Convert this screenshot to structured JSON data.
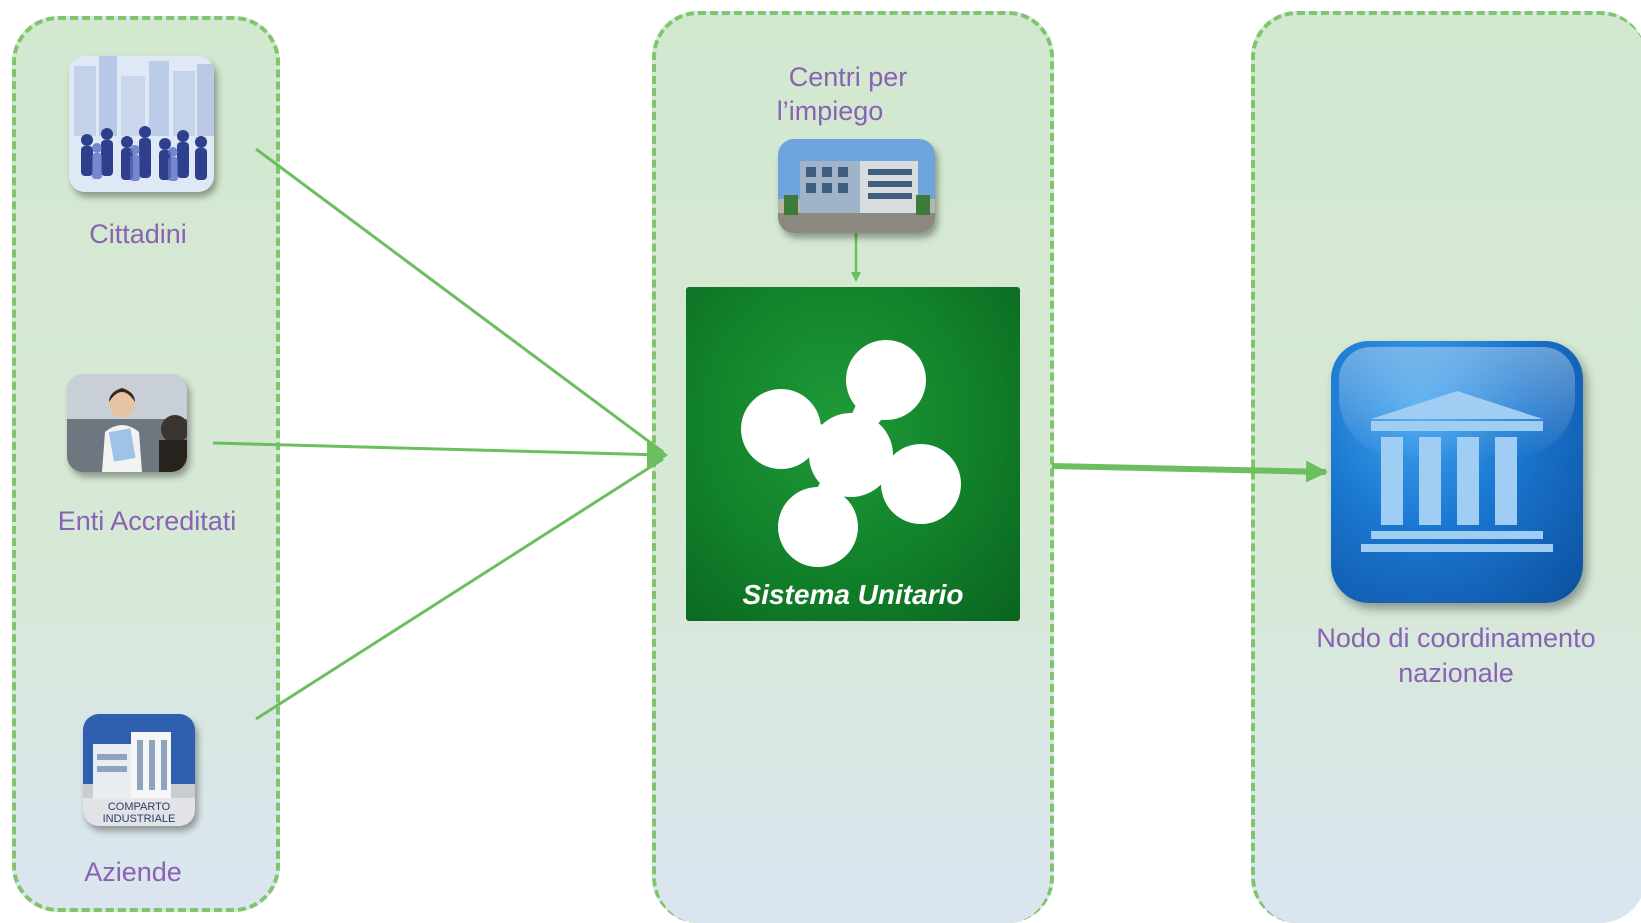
{
  "left_column": {
    "cittadini_label": "Cittadini",
    "enti_label": "Enti Accreditati",
    "aziende_label": "Aziende",
    "aziende_image_text": "COMPARTO INDUSTRIALE"
  },
  "center_column": {
    "centri_label_line1": "Centri per",
    "centri_label_line2": "l’impiego",
    "sistema_label": "Sistema Unitario"
  },
  "right_column": {
    "nodo_label_line1": "Nodo di coordinamento",
    "nodo_label_line2": "nazionale"
  },
  "colors": {
    "panel_border": "#7fc56b",
    "arrow": "#6bbf5e",
    "label_text": "#8a62b4",
    "sistema_green": "#11802a",
    "nodo_blue": "#1a76cf"
  },
  "icons": {
    "sistema_logo": "lombardia-rose-icon",
    "nodo_logo": "institution-building-icon"
  }
}
